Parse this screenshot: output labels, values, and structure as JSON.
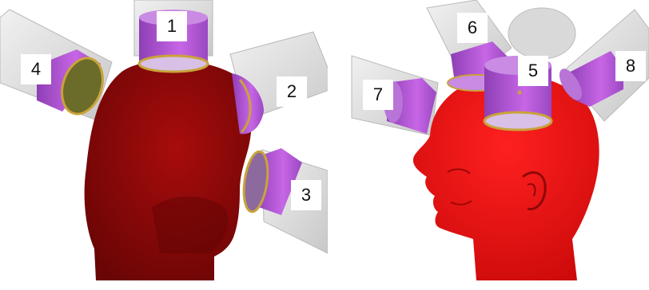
{
  "figure": {
    "colors": {
      "head_left": "#8a0a0a",
      "head_right": "#e01010",
      "coil_magenta": "#b04fd0",
      "coil_ring": "#c9a33a",
      "tube_gray": "#d6d6d6"
    },
    "left_panel": {
      "labels": [
        "1",
        "2",
        "3",
        "4"
      ]
    },
    "right_panel": {
      "labels": [
        "5",
        "6",
        "7",
        "8"
      ]
    }
  }
}
